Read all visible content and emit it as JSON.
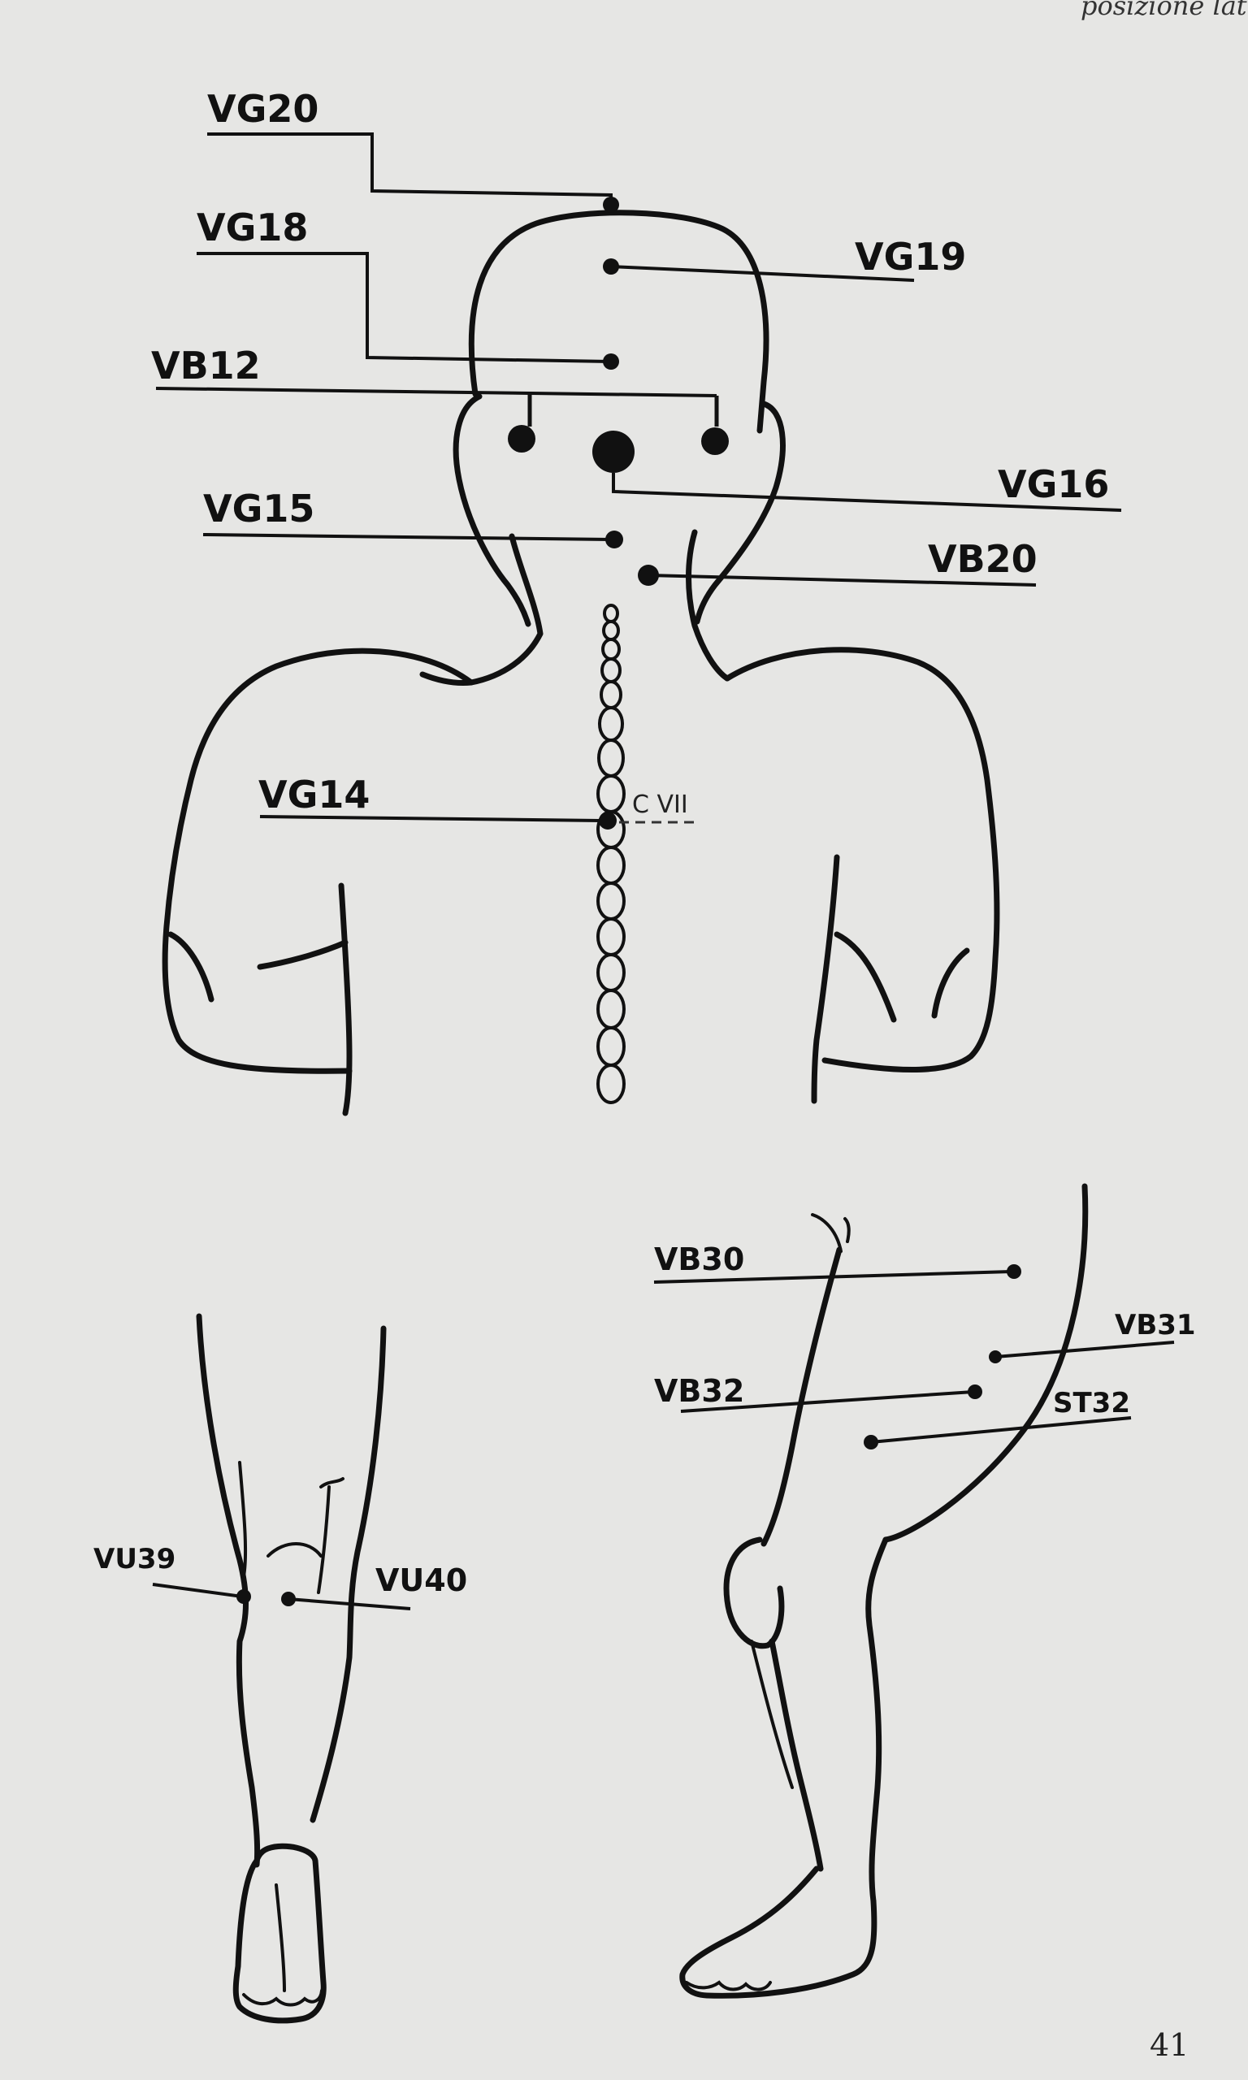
{
  "header_fragment": "posizione lateral",
  "page_number": "41",
  "labels": {
    "vg20": "VG20",
    "vg18": "VG18",
    "vb12": "VB12",
    "vg19": "VG19",
    "vg16": "VG16",
    "vg15": "VG15",
    "vb20": "VB20",
    "vg14": "VG14",
    "cvii": "C VII",
    "vb30": "VB30",
    "vb31": "VB31",
    "vb32": "VB32",
    "st32": "ST32",
    "vu39": "VU39",
    "vu40": "VU40"
  },
  "colors": {
    "ink": "#111111",
    "paper": "#e6e6e4"
  }
}
